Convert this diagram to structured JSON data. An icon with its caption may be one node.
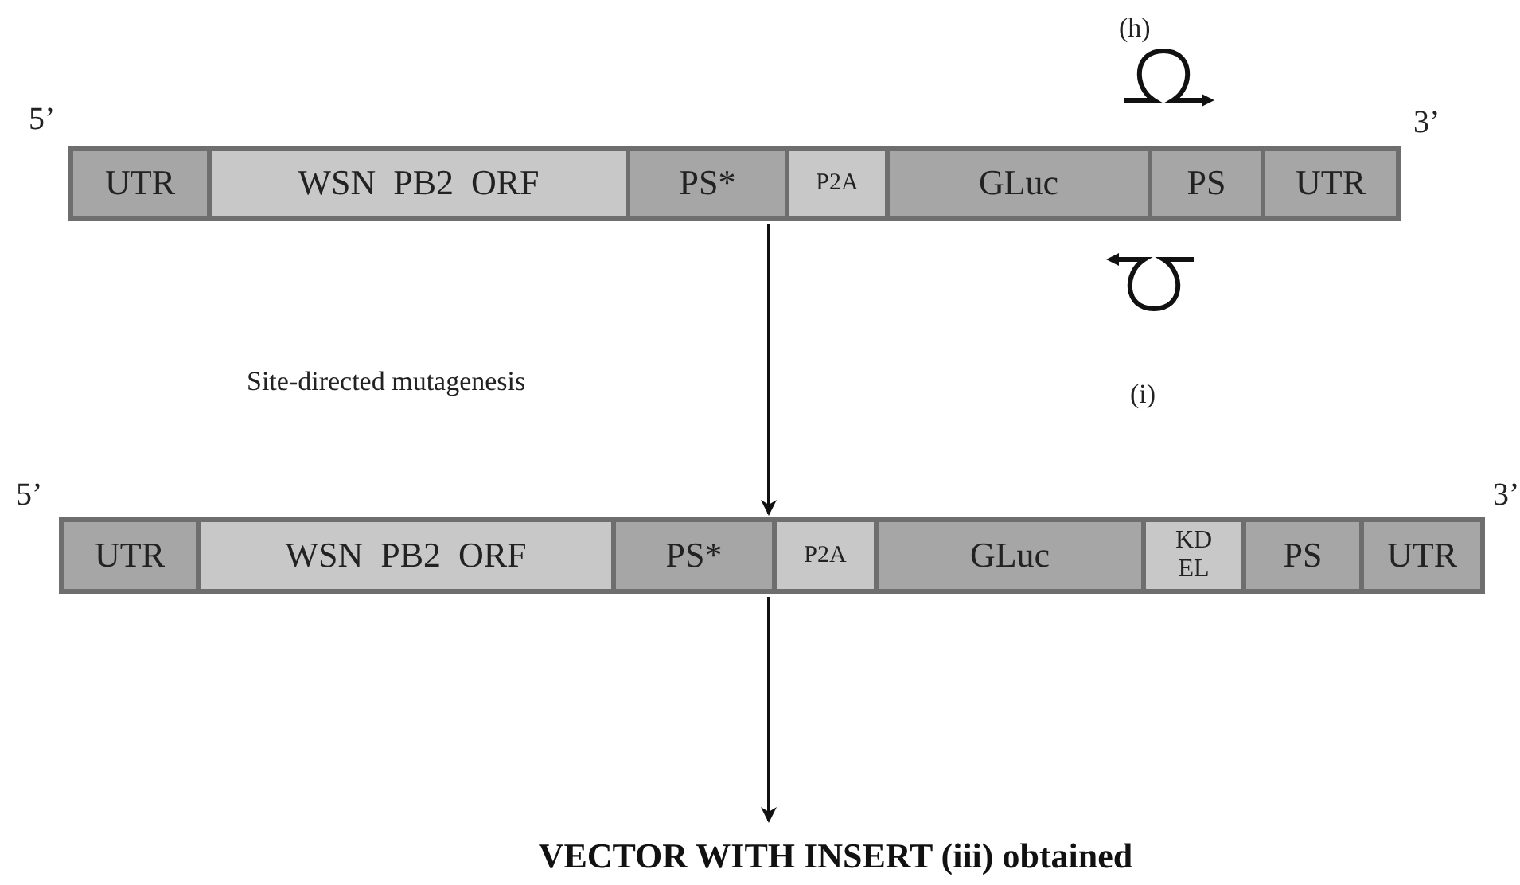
{
  "diagram": {
    "nodes": [
      {
        "text": [],
        "shape": "bar"
      },
      {
        "text": [
          "UTR"
        ],
        "in": 0
      },
      {
        "text": [
          "WSN  PB2  ORF"
        ],
        "in": 0
      },
      {
        "text": [
          "PS*"
        ],
        "in": 0
      },
      {
        "text": [
          "P2A"
        ],
        "in": 0
      },
      {
        "text": [
          "GLuc"
        ],
        "in": 0
      },
      {
        "text": [
          "PS"
        ],
        "in": 0
      },
      {
        "text": [
          "UTR"
        ],
        "in": 0
      },
      {
        "text": [],
        "shape": "bar"
      },
      {
        "text": [
          "UTR"
        ],
        "in": 8
      },
      {
        "text": [
          "WSN  PB2  ORF"
        ],
        "in": 8
      },
      {
        "text": [
          "PS*"
        ],
        "in": 8
      },
      {
        "text": [
          "P2A"
        ],
        "in": 8
      },
      {
        "text": [
          "GLuc"
        ],
        "in": 8
      },
      {
        "text": [
          "KD EL"
        ],
        "in": 8
      },
      {
        "text": [
          "PS"
        ],
        "in": 8
      },
      {
        "text": [
          "UTR"
        ],
        "in": 8
      },
      {
        "text": [
          "VECTOR WITH INSERT (iii) obtained"
        ]
      }
    ],
    "edges": [
      {
        "from": 0,
        "to": 8,
        "arrow": "to"
      },
      {
        "from": 8,
        "to": 17,
        "arrow": "to"
      }
    ],
    "labels": [
      "(h)",
      "5’",
      "3’",
      "(i)",
      "Site-directed mutagenesis",
      "5’",
      "3’"
    ]
  }
}
